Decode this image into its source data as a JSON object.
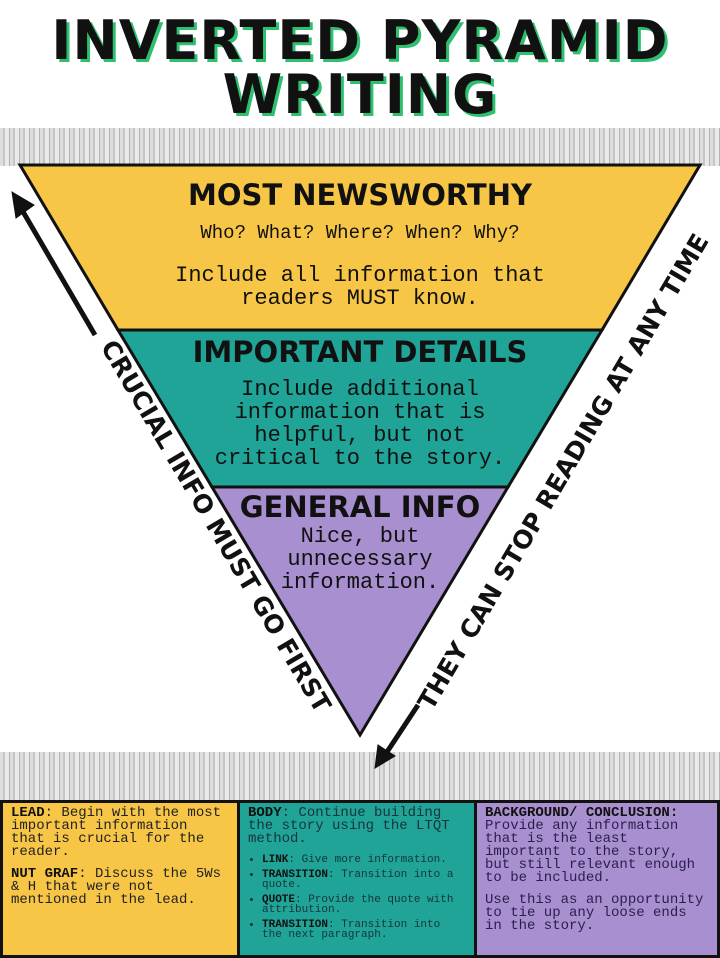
{
  "title": {
    "line1": "INVERTED PYRAMID",
    "line2": "WRITING"
  },
  "colors": {
    "most_newsworthy": "#f7c646",
    "important_details": "#1fa497",
    "general_info": "#a78fd0",
    "title_shadow": "#2fbf71"
  },
  "pyramid": {
    "most_newsworthy": {
      "heading": "MOST NEWSWORTHY",
      "line1": "Who? What? Where? When? Why?",
      "line2": "Include all information that readers MUST know."
    },
    "important_details": {
      "heading": "IMPORTANT DETAILS",
      "text": "Include additional information that is helpful, but not critical to the story."
    },
    "general_info": {
      "heading": "GENERAL INFO",
      "text": "Nice, but unnecessary information."
    }
  },
  "side_labels": {
    "left": "CRUCIAL INFO MUST GO FIRST",
    "right": "THEY CAN STOP READING AT ANY TIME"
  },
  "boxes": {
    "lead": {
      "label": "LEAD",
      "text": ": Begin with the most important information that is crucial for the reader."
    },
    "nut_graf": {
      "label": "NUT GRAF",
      "text": ": Discuss the 5Ws & H that were not mentioned in the lead."
    },
    "body": {
      "label": "BODY",
      "text": ": Continue building the story using the LTQT method.",
      "items": [
        {
          "label": "LINK",
          "text": ": Give more information."
        },
        {
          "label": "TRANSITION",
          "text": ": Transition into a quote."
        },
        {
          "label": "QUOTE",
          "text": ": Provide the quote with attribution."
        },
        {
          "label": "TRANSITION",
          "text": ": Transition into the next paragraph."
        }
      ]
    },
    "background": {
      "label": "BACKGROUND/ CONCLUSION:",
      "text": " Provide any information that is the least important to the story, but still relevant enough to be included.",
      "text2": "Use this as an opportunity to tie up any loose ends in the story."
    }
  }
}
